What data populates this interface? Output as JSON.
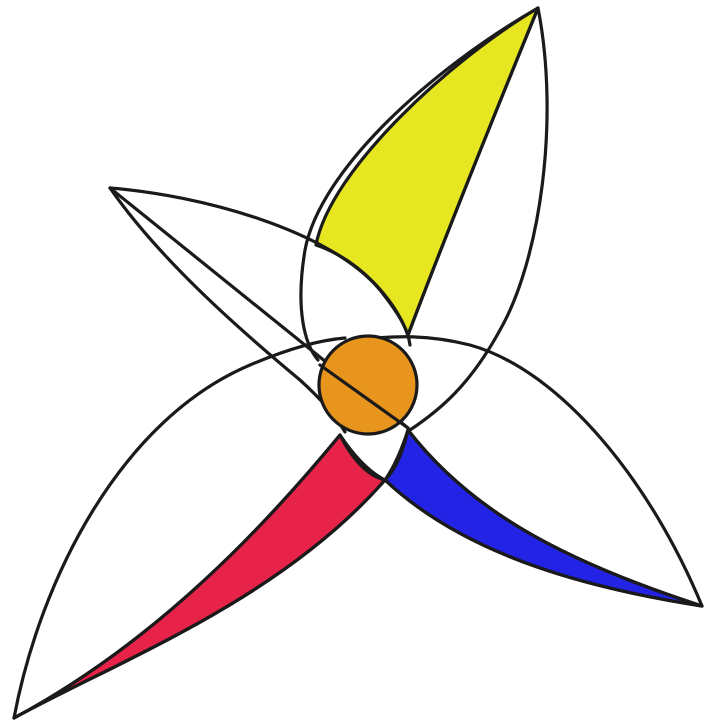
{
  "figure": {
    "background": "#ffffff",
    "stroke_color": "#1a1a1a",
    "colors": {
      "yellow": "#e6e621",
      "red": "#e8234a",
      "blue": "#2323e6",
      "orange": "#e8951e"
    },
    "petals": [
      "upper-right",
      "upper-left",
      "lower-left",
      "right"
    ],
    "center": "orange-circle"
  }
}
